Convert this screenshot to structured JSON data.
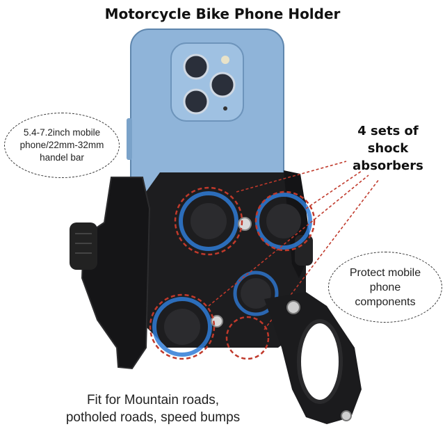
{
  "header": {
    "title": "Motorcycle Bike Phone Holder"
  },
  "callouts": {
    "phone_size": {
      "line1": "5.4-7.2inch mobile",
      "line2": "phone/22mm-32mm",
      "line3": "handel bar"
    },
    "shock": {
      "line1": "4 sets of",
      "line2": "shock",
      "line3": "absorbers"
    },
    "protect": {
      "line1": "Protect mobile",
      "line2": "phone",
      "line3": "components"
    }
  },
  "caption": {
    "line1": "Fit for Mountain roads,",
    "line2": "potholed roads, speed bumps"
  },
  "colors": {
    "phone_blue": "#8fb4d9",
    "holder_black": "#1a1a1a",
    "accent_blue": "#2f7bd6",
    "accent_red": "#c0392b"
  },
  "icons": [
    "camera-lens-icon",
    "shock-absorber-icon",
    "handlebar-clamp-icon"
  ]
}
